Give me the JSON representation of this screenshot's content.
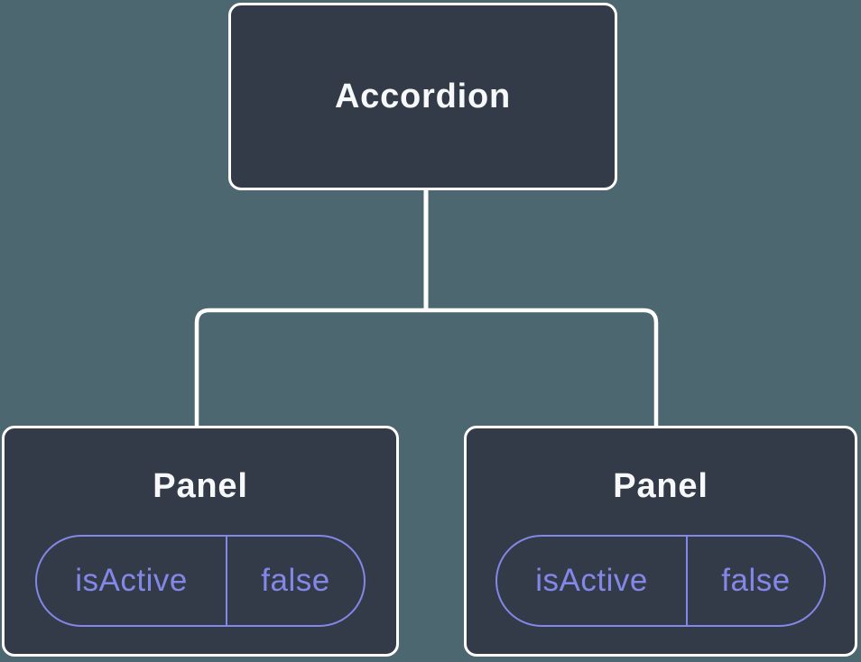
{
  "diagram": {
    "type": "component-tree",
    "colors": {
      "background": "#4d6770",
      "node_fill": "#343b48",
      "node_border": "#ffffff",
      "state_accent": "#8287e8",
      "title_text": "#f6f8fa"
    },
    "root": {
      "label": "Accordion"
    },
    "children": [
      {
        "label": "Panel",
        "state": {
          "key": "isActive",
          "value": "false"
        }
      },
      {
        "label": "Panel",
        "state": {
          "key": "isActive",
          "value": "false"
        }
      }
    ]
  }
}
